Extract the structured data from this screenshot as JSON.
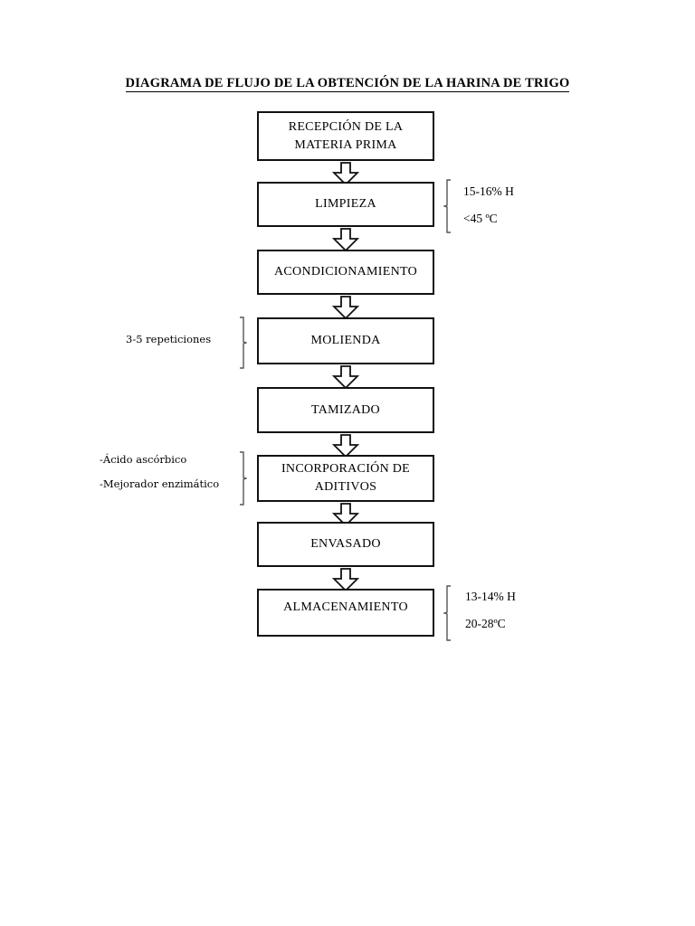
{
  "title": "DIAGRAMA DE FLUJO DE LA OBTENCIÓN DE LA HARINA DE TRIGO",
  "colors": {
    "border": "#111111",
    "fill": "#ffffff",
    "text": "#000000",
    "bracket": "#555555"
  },
  "flow": {
    "nodes": [
      {
        "id": "recepcion",
        "line1": "RECEPCIÓN DE LA",
        "line2": "MATERIA PRIMA"
      },
      {
        "id": "limpieza",
        "line1": "LIMPIEZA",
        "line2": ""
      },
      {
        "id": "acondicionamiento",
        "line1": "ACONDICIONAMIENTO",
        "line2": ""
      },
      {
        "id": "molienda",
        "line1": "MOLIENDA",
        "line2": ""
      },
      {
        "id": "tamizado",
        "line1": "TAMIZADO",
        "line2": ""
      },
      {
        "id": "aditivos",
        "line1": "INCORPORACIÓN DE",
        "line2": "ADITIVOS"
      },
      {
        "id": "envasado",
        "line1": "ENVASADO",
        "line2": ""
      },
      {
        "id": "almacenamiento",
        "line1": "ALMACENAMIENTO",
        "line2": ""
      }
    ],
    "arrow_count": 7,
    "arrow_direction": "down"
  },
  "annotations": {
    "limpieza": {
      "side": "right",
      "target": "limpieza",
      "line1": "15-16% H",
      "line2": "<45 ºC"
    },
    "molienda": {
      "side": "left",
      "target": "molienda",
      "line1": "3-5 repeticiones",
      "line2": ""
    },
    "aditivos": {
      "side": "left",
      "target": "aditivos",
      "line1": "-Ácido ascórbico",
      "line2": "-Mejorador enzimático"
    },
    "almacenamiento": {
      "side": "right",
      "target": "almacenamiento",
      "line1": "13-14% H",
      "line2": "20-28ºC"
    }
  }
}
